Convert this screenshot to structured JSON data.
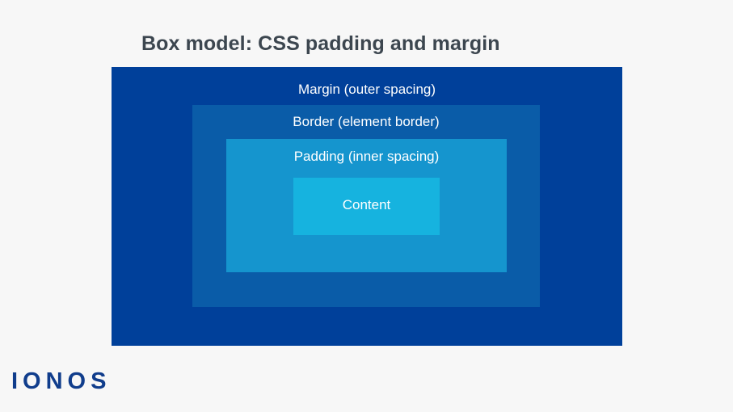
{
  "slide": {
    "title": "Box model: CSS padding and margin",
    "background_color": "#f7f7f7",
    "title_color": "#3c464f"
  },
  "diagram": {
    "type": "nested-box-model",
    "layers": [
      {
        "name": "margin",
        "label": "Margin (outer spacing)",
        "color": "#00409a",
        "label_color": "#ffffff"
      },
      {
        "name": "border",
        "label": "Border (element border)",
        "color": "#0a5ca8",
        "label_color": "#ffffff"
      },
      {
        "name": "padding",
        "label": "Padding (inner spacing)",
        "color": "#1595ce",
        "label_color": "#ffffff"
      },
      {
        "name": "content",
        "label": "Content",
        "color": "#16b3df",
        "label_color": "#ffffff"
      }
    ]
  },
  "branding": {
    "wordmark": "IONOS",
    "color": "#103d8c"
  }
}
